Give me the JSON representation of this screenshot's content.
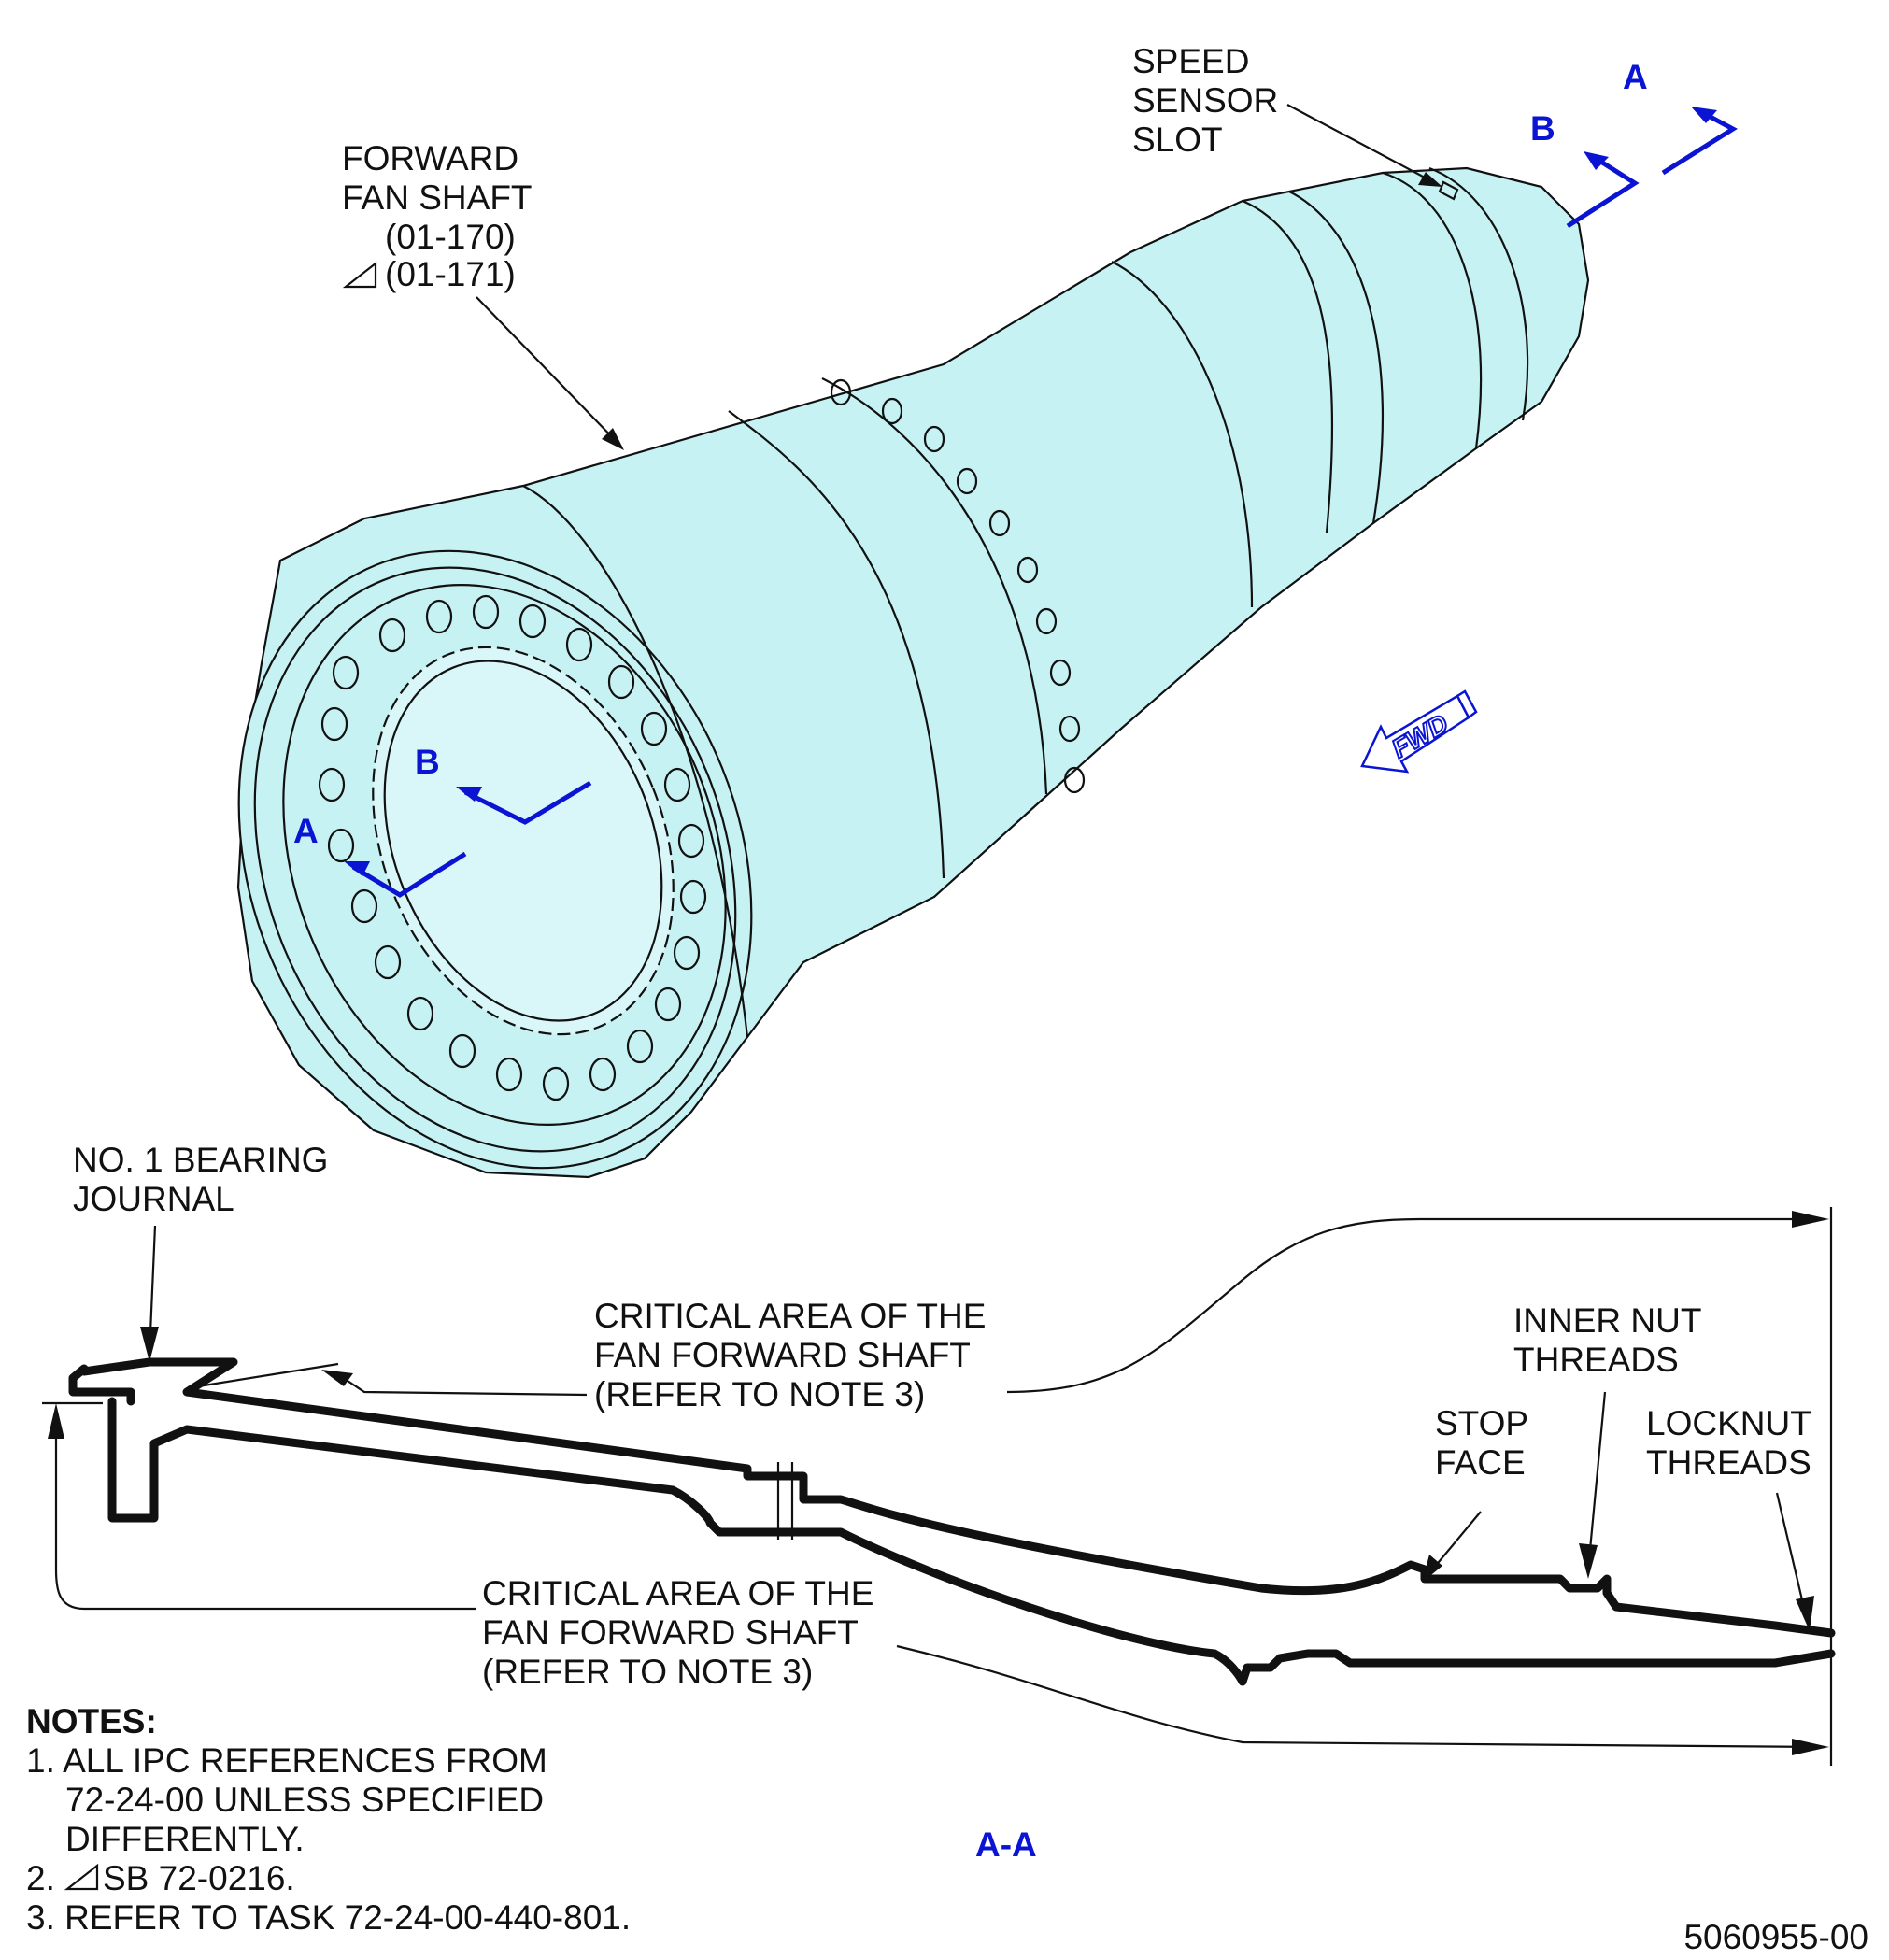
{
  "labels": {
    "forward_fan_shaft": [
      "FORWARD",
      "FAN SHAFT",
      "(01-170)",
      "(01-171)"
    ],
    "speed_sensor_slot": [
      "SPEED",
      "SENSOR",
      "SLOT"
    ],
    "bearing_journal": [
      "NO. 1 BEARING",
      "JOURNAL"
    ],
    "critical_area_upper": [
      "CRITICAL AREA OF THE",
      "FAN FORWARD SHAFT",
      "(REFER TO NOTE 3)"
    ],
    "critical_area_lower": [
      "CRITICAL AREA OF THE",
      "FAN FORWARD SHAFT",
      "(REFER TO NOTE 3)"
    ],
    "inner_nut_threads": [
      "INNER NUT",
      "THREADS"
    ],
    "stop_face": [
      "STOP",
      "FACE"
    ],
    "locknut_threads": [
      "LOCKNUT",
      "THREADS"
    ],
    "section_title": "A-A",
    "fwd": "FWD",
    "figure_number": "5060955-00"
  },
  "section_markers": {
    "a": "A",
    "b": "B"
  },
  "notes": {
    "heading": "NOTES:",
    "items": [
      "1. ALL IPC REFERENCES FROM",
      "72-24-00 UNLESS SPECIFIED",
      "DIFFERENTLY.",
      "2.",
      "SB 72-0216.",
      "3. REFER TO TASK 72-24-00-440-801."
    ]
  },
  "colors": {
    "part_fill": "#c7f2f4",
    "ink": "#111111",
    "marker_blue": "#0a14d2"
  }
}
